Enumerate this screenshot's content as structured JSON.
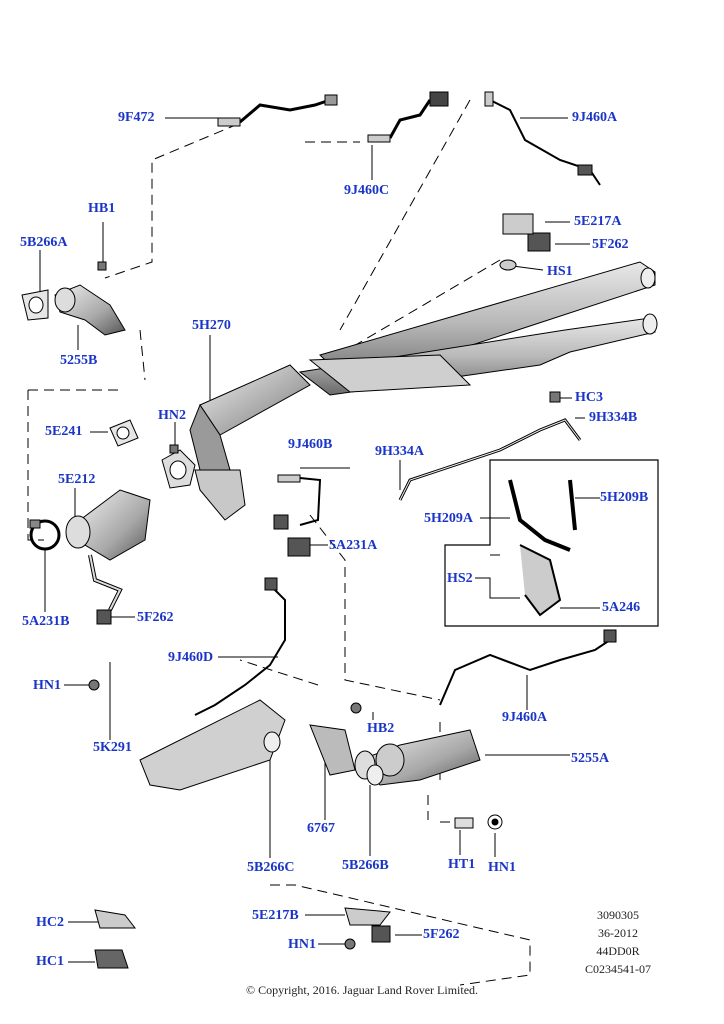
{
  "labels": {
    "9F472": "9F472",
    "9J460C": "9J460C",
    "9J460A_top": "9J460A",
    "5E217A": "5E217A",
    "5F262_top": "5F262",
    "HS1": "HS1",
    "HB1": "HB1",
    "5B266A": "5B266A",
    "5255B": "5255B",
    "5H270": "5H270",
    "HC3": "HC3",
    "9H334B": "9H334B",
    "HN2": "HN2",
    "5E241": "5E241",
    "9J460B": "9J460B",
    "9H334A": "9H334A",
    "5H209B": "5H209B",
    "5E212": "5E212",
    "5H209A": "5H209A",
    "5A231A": "5A231A",
    "HS2": "HS2",
    "5A246": "5A246",
    "5A231B": "5A231B",
    "5F262_mid": "5F262",
    "9J460D": "9J460D",
    "HN1_left": "HN1",
    "9J460A_bottom": "9J460A",
    "HB2": "HB2",
    "5K291": "5K291",
    "5255A": "5255A",
    "6767": "6767",
    "5B266C": "5B266C",
    "5B266B": "5B266B",
    "HT1": "HT1",
    "HN1_right": "HN1",
    "HC2": "HC2",
    "5E217B": "5E217B",
    "5F262_bottom": "5F262",
    "HN1_bottom": "HN1",
    "HC1": "HC1"
  },
  "meta": {
    "line1": "3090305",
    "line2": "36-2012",
    "line3": "44DD0R",
    "line4": "C0234541-07"
  },
  "copyright": "© Copyright, 2016. Jaguar Land Rover Limited.",
  "colors": {
    "label": "#1a35c8",
    "line": "#000000"
  }
}
